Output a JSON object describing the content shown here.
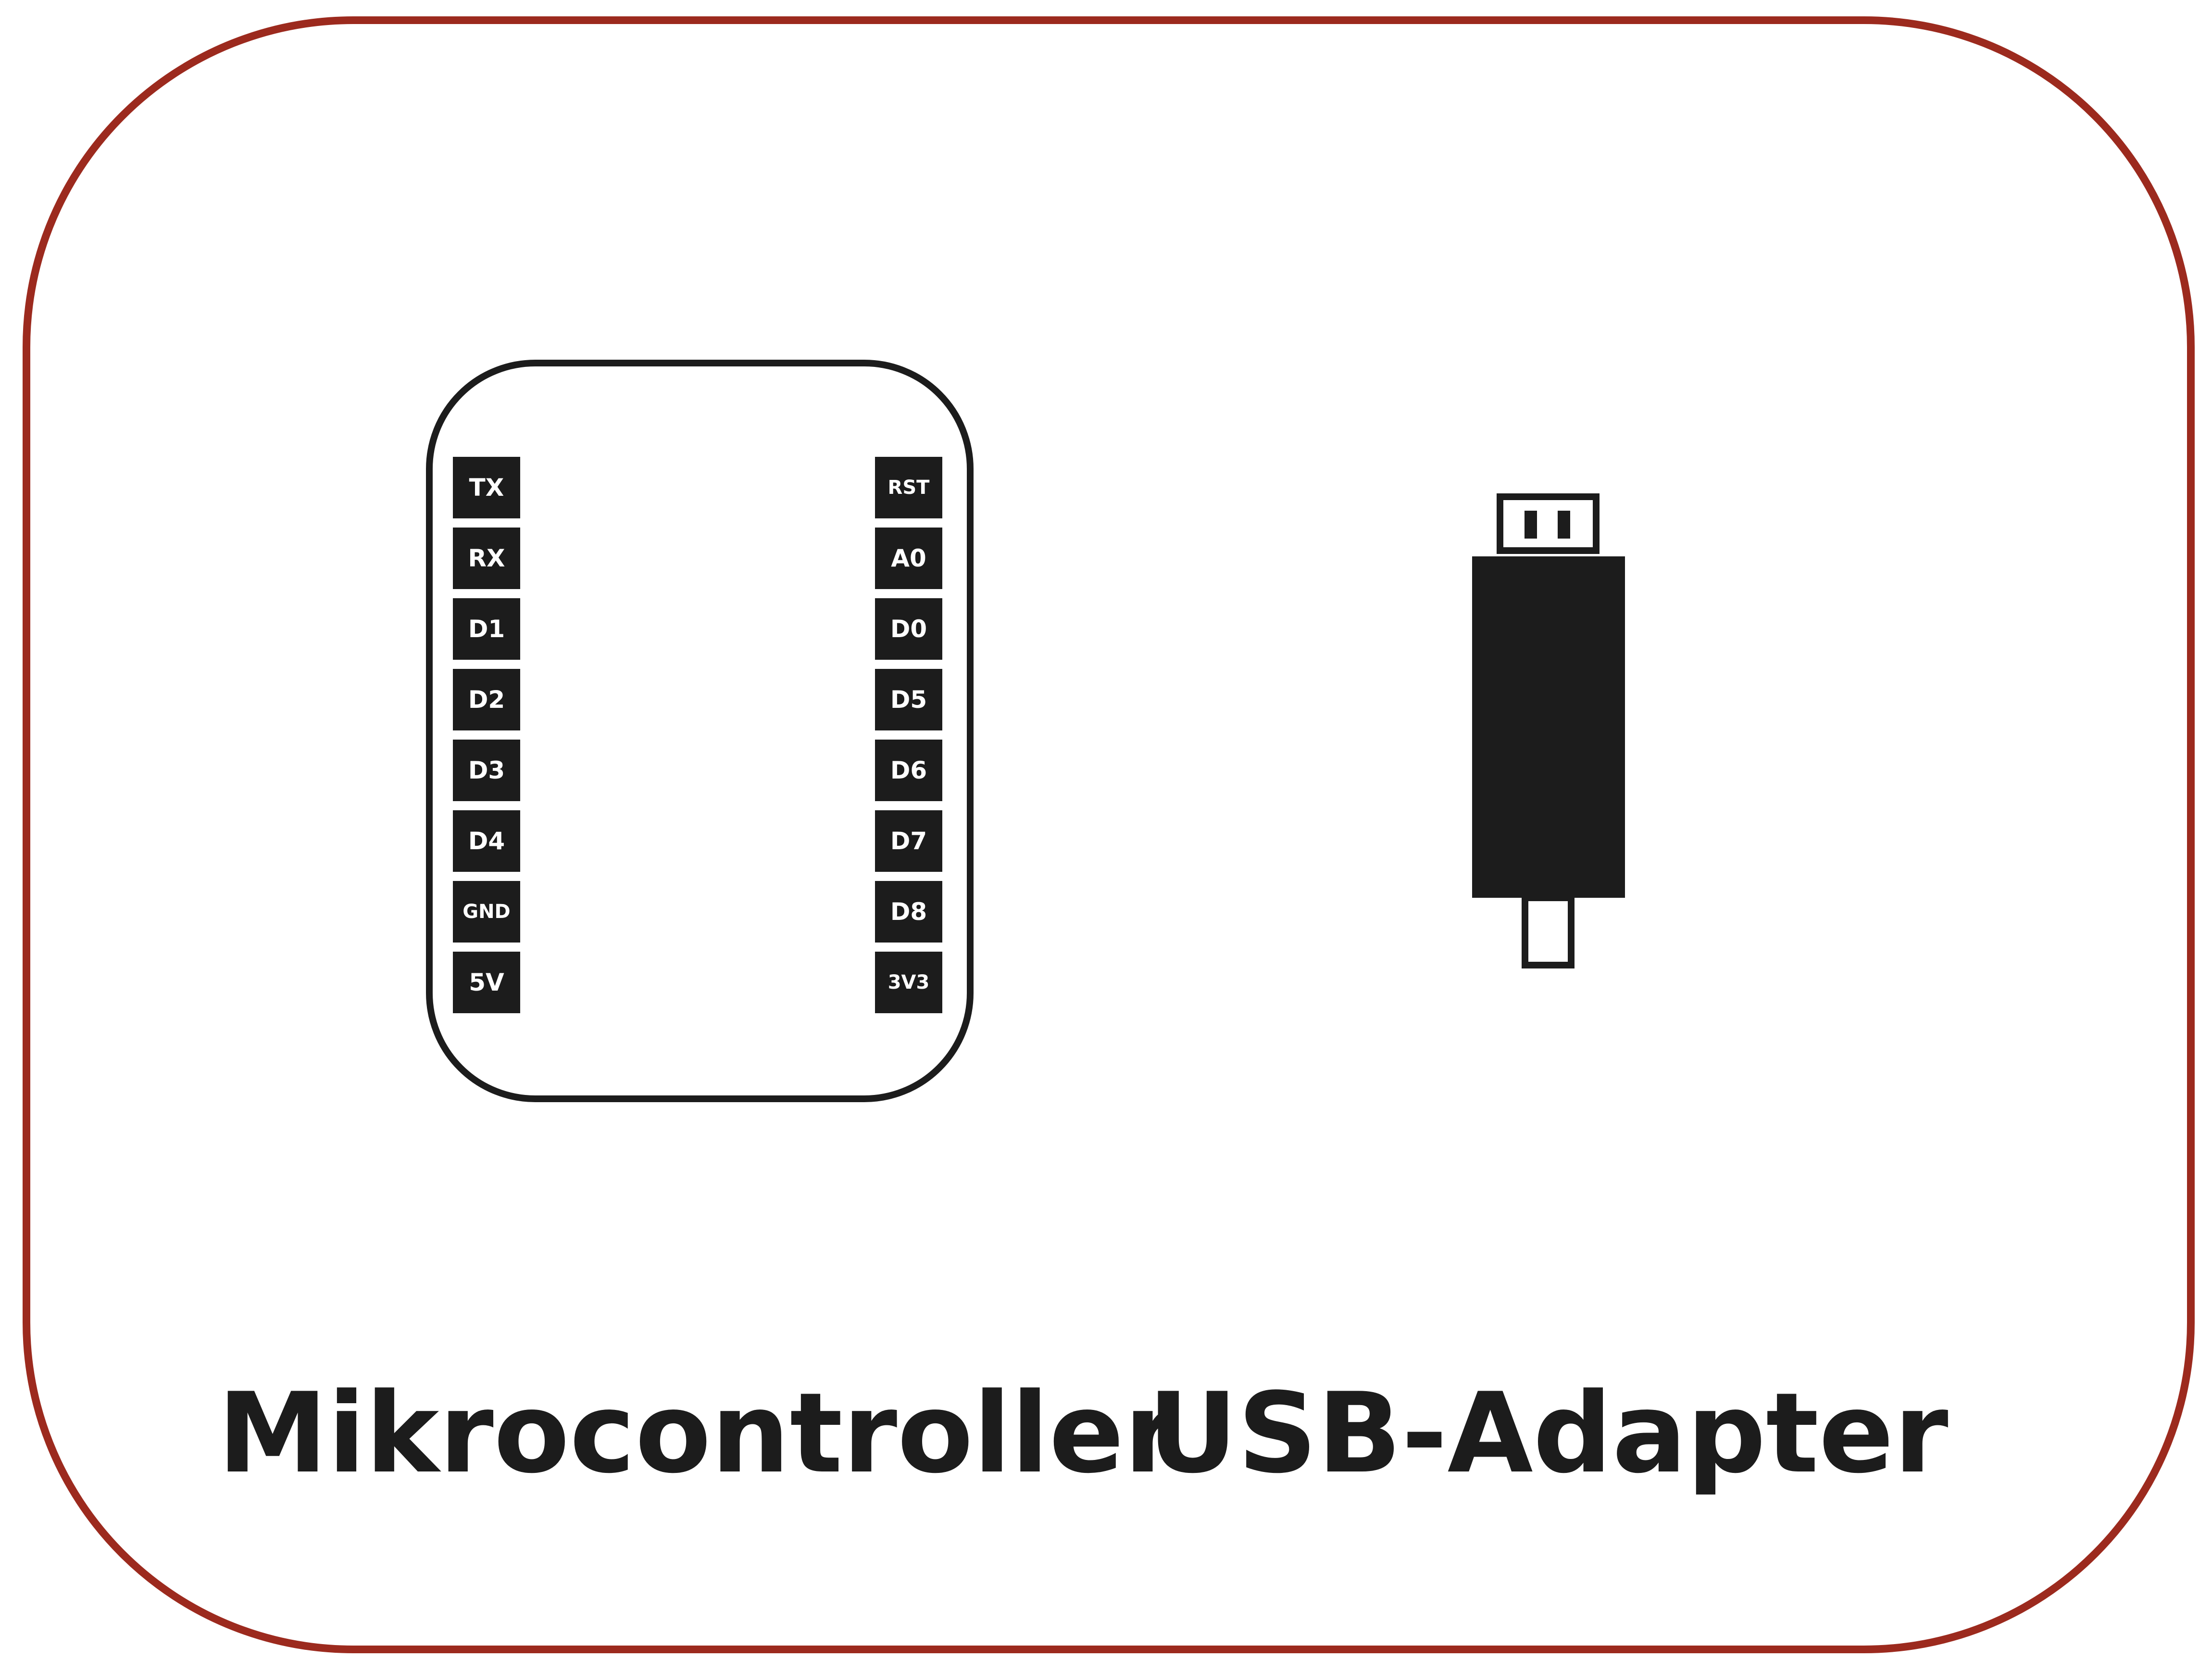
{
  "colors": {
    "frame_border": "#9c2a1e",
    "ink": "#1c1c1c",
    "pin_text": "#ffffff",
    "background": "#ffffff"
  },
  "microcontroller": {
    "caption": "Mikrocontroller",
    "left_pins": [
      "TX",
      "RX",
      "D1",
      "D2",
      "D3",
      "D4",
      "GND",
      "5V"
    ],
    "right_pins": [
      "RST",
      "A0",
      "D0",
      "D5",
      "D6",
      "D7",
      "D8",
      "3V3"
    ]
  },
  "usb_adapter": {
    "caption": "USB-Adapter"
  }
}
